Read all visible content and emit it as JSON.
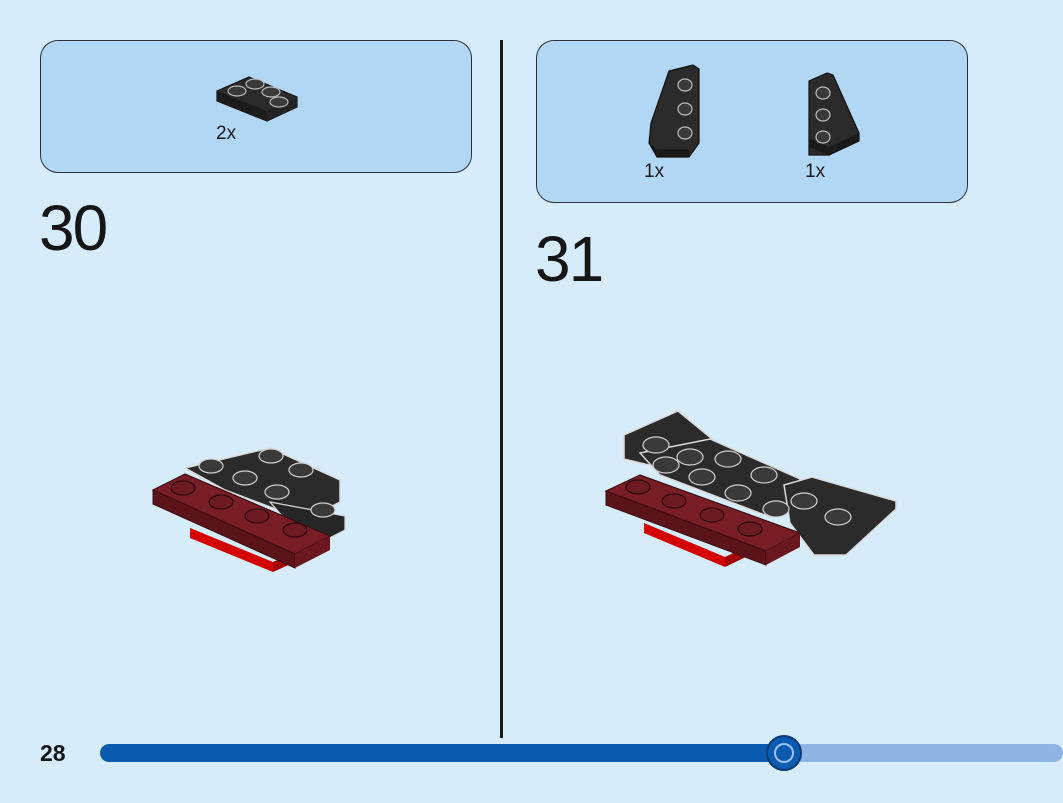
{
  "page": {
    "number": "28",
    "background": "#d6ecfb",
    "progress": 0.71
  },
  "steps": [
    {
      "number": "30",
      "parts": [
        {
          "icon": "black-corner-plate-2x2-icon",
          "quantity": "2x",
          "color": "#2b2b2b"
        }
      ],
      "model_icon": "step-30-assembly-icon"
    },
    {
      "number": "31",
      "parts": [
        {
          "icon": "black-wedge-plate-left-icon",
          "quantity": "1x",
          "color": "#2b2b2b"
        },
        {
          "icon": "black-wedge-plate-right-icon",
          "quantity": "1x",
          "color": "#2b2b2b"
        }
      ],
      "model_icon": "step-31-assembly-icon"
    }
  ],
  "colors": {
    "parts_box": "#b2d7f4",
    "progress_done": "#0a5ab0",
    "progress_remaining": "#8fb4e3",
    "brick_black": "#2b2b2b",
    "brick_dark_red": "#6e1a22",
    "brick_red": "#d40000"
  }
}
